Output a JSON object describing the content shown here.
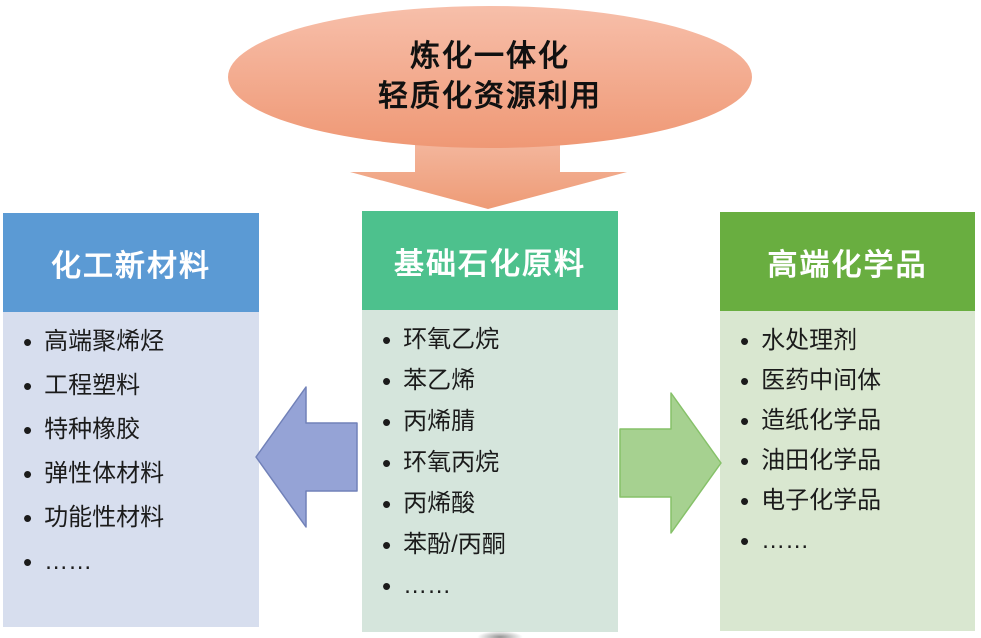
{
  "ellipse": {
    "line1": "炼化一体化",
    "line2": "轻质化资源利用"
  },
  "columns": {
    "left": {
      "title": "化工新材料",
      "items": [
        "高端聚烯烃",
        "工程塑料",
        "特种橡胶",
        "弹性体材料",
        "功能性材料",
        "……"
      ]
    },
    "middle": {
      "title": "基础石化原料",
      "items": [
        "环氧乙烷",
        "苯乙烯",
        "丙烯腈",
        "环氧丙烷",
        "丙烯酸",
        "苯酚/丙酮",
        "……"
      ]
    },
    "right": {
      "title": "高端化学品",
      "items": [
        "水处理剂",
        "医药中间体",
        "造纸化学品",
        "油田化学品",
        "电子化学品",
        "……"
      ]
    }
  },
  "icons": {
    "down_arrow": "block-arrow-down",
    "left_arrow": "block-arrow-left",
    "right_arrow": "block-arrow-right"
  },
  "colors": {
    "ellipse_fill_top": "#F7BFAA",
    "ellipse_fill_bottom": "#EF9875",
    "ellipse_text": "#111111",
    "down_arrow_top": "#F4B79E",
    "down_arrow_bottom": "#EE9B76",
    "left_header": "#5B9AD4",
    "left_body": "#D7DEEE",
    "middle_header": "#4DC18D",
    "middle_body": "#D5E5DC",
    "right_header": "#69AE40",
    "right_body": "#D9E7D0",
    "left_arrow_fill": "#95A3D6",
    "left_arrow_border": "#7181B8",
    "right_arrow_fill": "#A6D190",
    "right_arrow_border": "#86C169",
    "header_text": "#FFFFFF",
    "item_text": "#1B1B1B"
  }
}
